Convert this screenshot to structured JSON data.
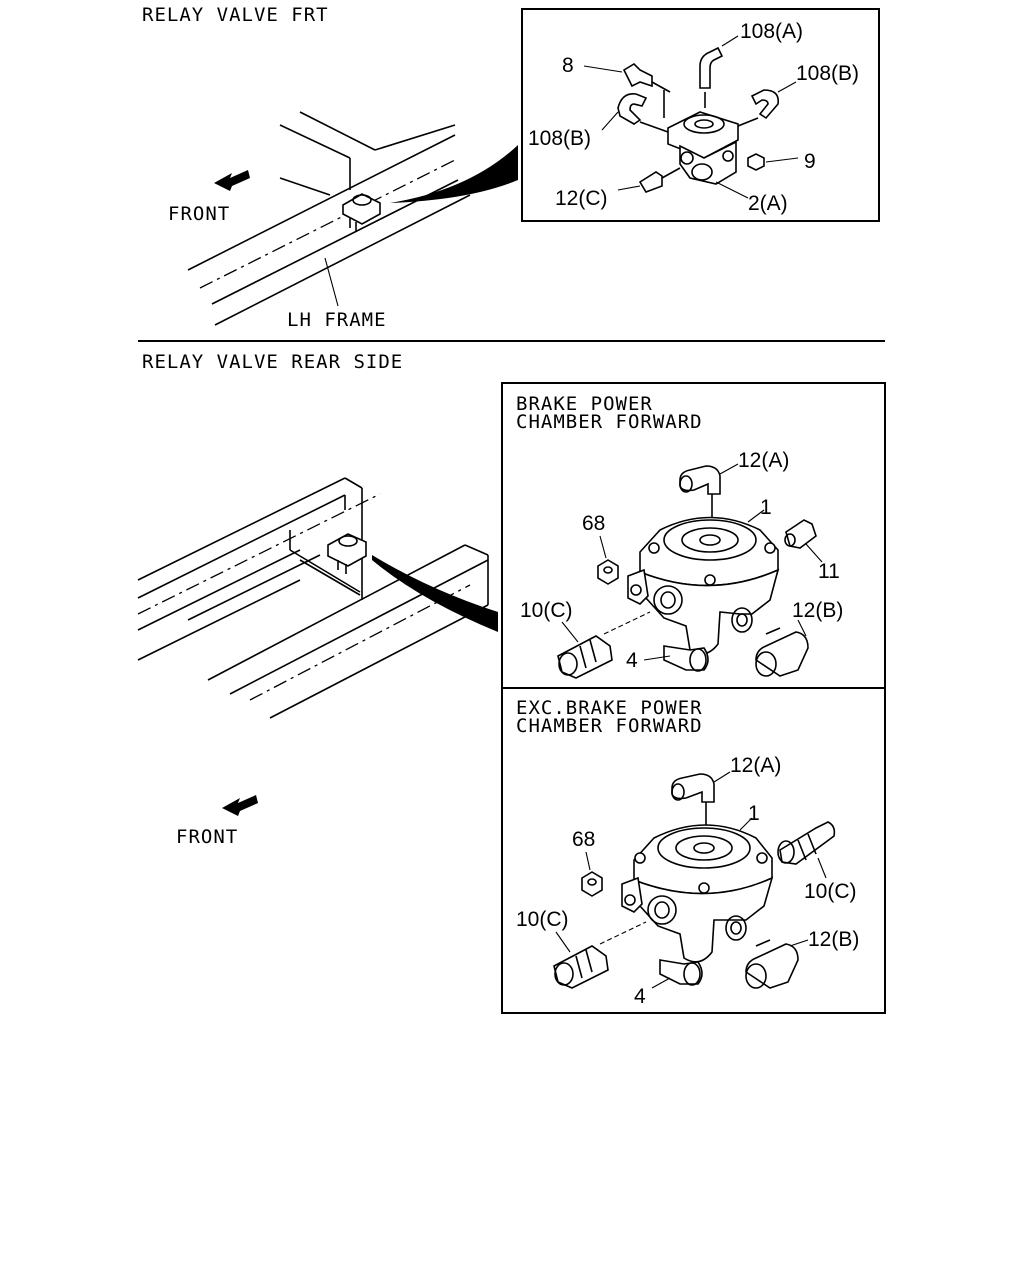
{
  "sections": {
    "front": {
      "title": "RELAY VALVE FRT",
      "front_label": "FRONT",
      "frame_label": "LH FRAME",
      "callouts": {
        "c108a": "108(A)",
        "c8": "8",
        "c108b_right": "108(B)",
        "c108b_left": "108(B)",
        "c9": "9",
        "c12c": "12(C)",
        "c2a": "2(A)"
      }
    },
    "rear": {
      "title": "RELAY VALVE REAR SIDE",
      "front_label": "FRONT",
      "brake_panel": {
        "heading_line1": "BRAKE POWER",
        "heading_line2": "CHAMBER FORWARD",
        "callouts": {
          "c12a": "12(A)",
          "c1": "1",
          "c68": "68",
          "c11": "11",
          "c10c": "10(C)",
          "c12b": "12(B)",
          "c4": "4"
        }
      },
      "exc_panel": {
        "heading_line1": "EXC.BRAKE POWER",
        "heading_line2": "CHAMBER FORWARD",
        "callouts": {
          "c12a": "12(A)",
          "c1": "1",
          "c68": "68",
          "c10c_right": "10(C)",
          "c10c_left": "10(C)",
          "c12b": "12(B)",
          "c4": "4"
        }
      }
    }
  }
}
